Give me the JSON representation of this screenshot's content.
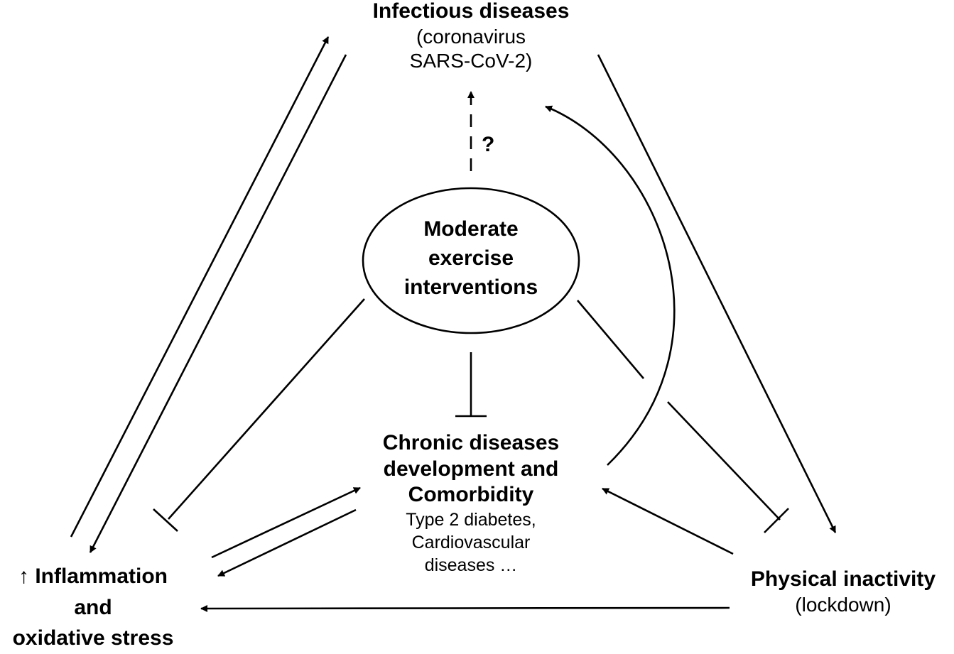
{
  "nodes": {
    "infectious": {
      "title": "Infectious diseases",
      "sub1": "(coronavirus",
      "sub2": "SARS-CoV-2)"
    },
    "exercise": {
      "line1": "Moderate",
      "line2": "exercise",
      "line3": "interventions"
    },
    "chronic": {
      "line1": "Chronic diseases",
      "line2": "development and",
      "line3": "Comorbidity",
      "ex1": "Type 2 diabetes,",
      "ex2": "Cardiovascular",
      "ex3": "diseases …"
    },
    "inflammation": {
      "line1": "↑ Inflammation",
      "line2": "and",
      "line3": "oxidative stress"
    },
    "inactivity": {
      "title": "Physical inactivity",
      "sub": "(lockdown)"
    }
  },
  "question_mark": "?",
  "colors": {
    "stroke": "#000000",
    "background": "#ffffff"
  }
}
